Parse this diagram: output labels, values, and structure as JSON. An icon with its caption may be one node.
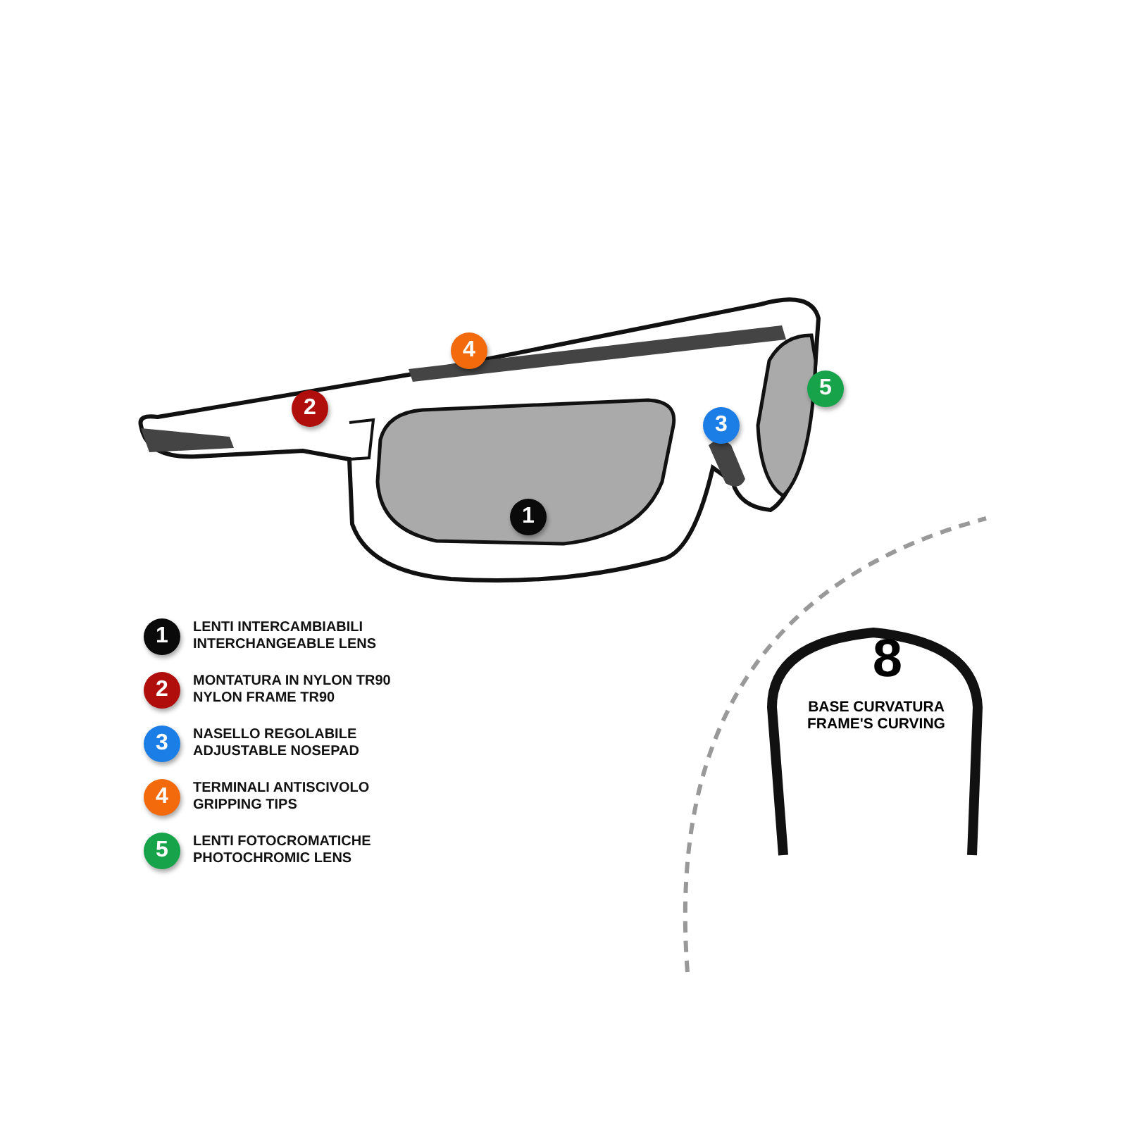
{
  "diagram": {
    "nodes": [
      {
        "text": [
          "1"
        ],
        "beside": [
          "LENTI INTERCAMBIABILI",
          "INTERCHANGEABLE LENS"
        ]
      },
      {
        "text": [
          "2"
        ],
        "beside": [
          "MONTATURA IN NYLON TR90",
          "NYLON FRAME TR90"
        ]
      },
      {
        "text": [
          "3"
        ],
        "beside": [
          "NASELLO REGOLABILE",
          "ADJUSTABLE NOSEPAD"
        ]
      },
      {
        "text": [
          "4"
        ],
        "beside": [
          "TERMINALI ANTISCIVOLO",
          "GRIPPING TIPS"
        ]
      },
      {
        "text": [
          "5"
        ],
        "beside": [
          "LENTI FOTOCROMATICHE",
          "PHOTOCHROMIC LENS"
        ]
      },
      {
        "text": [
          "1"
        ]
      },
      {
        "text": [
          "2"
        ]
      },
      {
        "text": [
          "3"
        ]
      },
      {
        "text": [
          "4"
        ]
      },
      {
        "text": [
          "5"
        ]
      }
    ],
    "labels": [
      "8",
      "BASE CURVATURA FRAME'S CURVING"
    ]
  }
}
